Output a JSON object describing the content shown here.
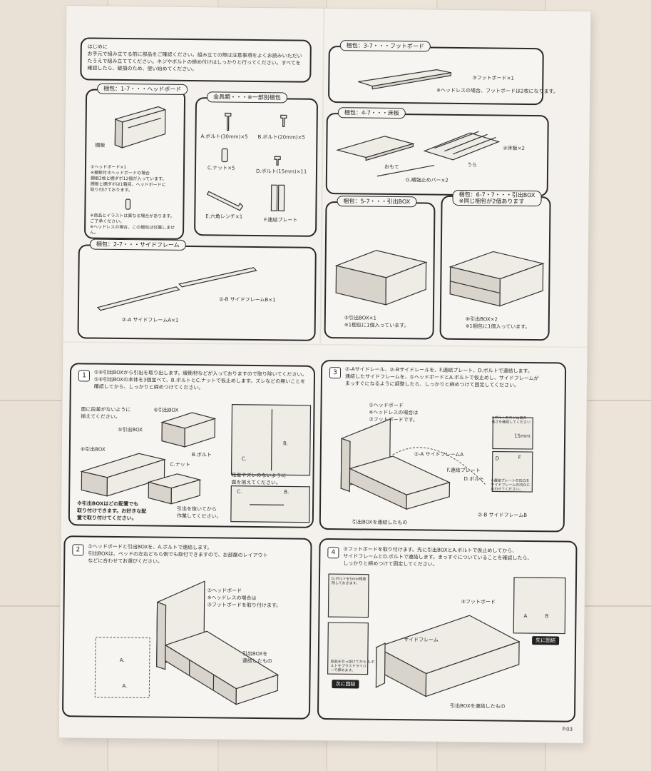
{
  "intro": "はじめに\nお手元で組み立てる前に部品をご確認ください。組み立ての際は注意事項をよくお読みいただいたうえで組み立ててください。ネジやボルトの締め付けはしっかりと行ってください。すべてを確認したら、破損のため、使い始めてください。",
  "packs": {
    "foot": {
      "title": "梱包：3-7・・・フットボード",
      "part": "③フットボード×1",
      "note": "※ヘッドレスの場合、フットボードは2枚になります。"
    },
    "head": {
      "title": "梱包：1-7・・・ヘッドボード",
      "label": "棚板",
      "desc": "①ヘッドボード×1\n※棚板付きヘッドボードの場合\n棚板2枚と棚ダボ12個が入っています。\n棚板と棚ダボは1箱目、ヘッドボードに\n取り付けております。",
      "note": "※商品とイラストは異なる場合があります。\nご了承ください。\n※ヘッドレスの場合、この梱包は付属しません。"
    },
    "hardware": {
      "title": "金具類・・・※一部別梱包",
      "items": [
        "A.ボルト(30mm)×5",
        "B.ボルト(20mm)×5",
        "C.ナット×5",
        "D.ボルト(15mm)×11",
        "E.六角レンチ×1",
        "F.連結プレート"
      ]
    },
    "slats": {
      "title": "梱包：4-7・・・床板",
      "front": "おもて",
      "back": "うら",
      "part": "④床板×2",
      "bar": "G.補強止めバー×2"
    },
    "frame": {
      "title": "梱包：2-7・・・サイドフレーム",
      "a": "②-A サイドフレームA×1",
      "b": "②-B サイドフレームB×1"
    },
    "drawer1": {
      "title": "梱包：5-7・・・引出BOX",
      "part": "⑤引出BOX×1",
      "note": "※1梱包に1個入っています。"
    },
    "drawer2": {
      "title": "梱包：6-7・7・・・引出BOX\n※同じ梱包が2個あります",
      "part": "⑥引出BOX×2",
      "note": "※1梱包に1個入っています。"
    }
  },
  "steps": {
    "s1": {
      "num": "1",
      "text": "⑤⑥引出BOXから引出を取り出します。緩衝材などが入っておりますので取り除いてください。⑤⑥引出BOXの本体を3個並べて、B.ボルトとC.ナットで仮止めします。ズレなどの無いことを確認してから、しっかりと締めつけてください。",
      "callout1": "面に段差がないように\n揃えてください。",
      "l5": "⑤引出BOX",
      "l6a": "⑥引出BOX",
      "l6b": "⑥引出BOX",
      "bolt": "B.ボルト",
      "nut": "C.ナット",
      "c": "C.",
      "b": "B.",
      "c2": "C.",
      "b2": "B.",
      "gap": "段差やズレのないように\n面を揃えてください。",
      "bottom": "※引出BOXはどの配置でも\n取り付けできます。お好きな配\n置で取り付けてください。",
      "tight": "引出を抜いてから\n作業してください。"
    },
    "s2": {
      "num": "2",
      "text": "①ヘッドボードと引出BOXを、A.ボルトで連結します。\n引出BOXは、ベッドの左右どちら側でも取付できますので、お部屋のレイアウト\nなどに合わせてお選びください。",
      "head": "①ヘッドボード\n※ヘッドレスの場合は\n③フットボードを取り付けます。",
      "box": "引出BOXを\n連結したもの",
      "a1": "A.",
      "a2": "A."
    },
    "s3": {
      "num": "3",
      "text": "②-Aサイドレール、②-Bサイドレールを、F.連結プレート、D.ボルトで連結します。\n連結したサイドフレームを、①ヘッドボードとA.ボルトで仮止めし、サイドフレームが\nまっすぐになるように調整したら、しっかりと締めつけて固定してください。",
      "head": "①ヘッドボード\n※ヘッドレスの場合は\n③フットボードです。",
      "inset": "※ボルトのネジ山側の\n長さを確認してください",
      "mm": "15mm",
      "fa": "②-A サイドフレームA",
      "plate": "F.連結プレート",
      "d": "D.ボルト",
      "fb": "②-B サイドフレームB",
      "box": "引出BOXを連結したもの",
      "insetnote": "※連結プレートの凹凸を\nサイドフレームの凹凸に\n合わせてください。",
      "nd": "D",
      "nf": "F"
    },
    "s4": {
      "num": "4",
      "text": "③フットボードを取り付けます。先に引出BOXとA.ボルトで仮止めしてから、\nサイドフレームとD.ボルトで連結します。まっすぐについていることを確認したら、\nしっかりと締めつけて固定してください。",
      "foot": "③フットボード",
      "side": "サイドフレーム",
      "box": "引出BOXを連結したもの",
      "inset1": "D.ボルトを5mm程度\n残しておきます。",
      "inset2": "部品を引っ掛けてから A.ボ\nルトをプラスドライバ\nーで締めます。",
      "first": "先に固結",
      "next": "次に固結",
      "a": "A",
      "b": "B"
    }
  },
  "page": "P.03"
}
